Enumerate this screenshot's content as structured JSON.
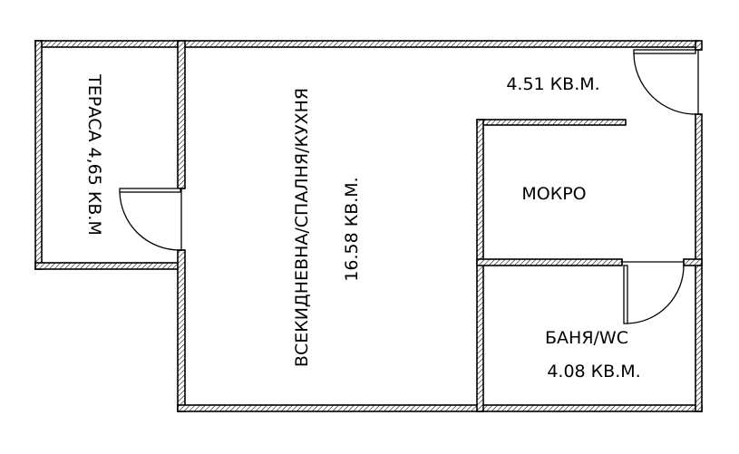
{
  "rooms": {
    "terrace": {
      "name": "ТЕРАСА 4,65 КВ.М"
    },
    "living": {
      "name": "ВСЕКИДНЕВНА/СПАЛНЯ/КУХНЯ",
      "area": "16.58 КВ.М."
    },
    "hall": {
      "area": "4.51 КВ.М."
    },
    "wet": {
      "name": "МОКРО"
    },
    "bath": {
      "name": "БАНЯ/WC",
      "area": "4.08 КВ.М."
    }
  }
}
